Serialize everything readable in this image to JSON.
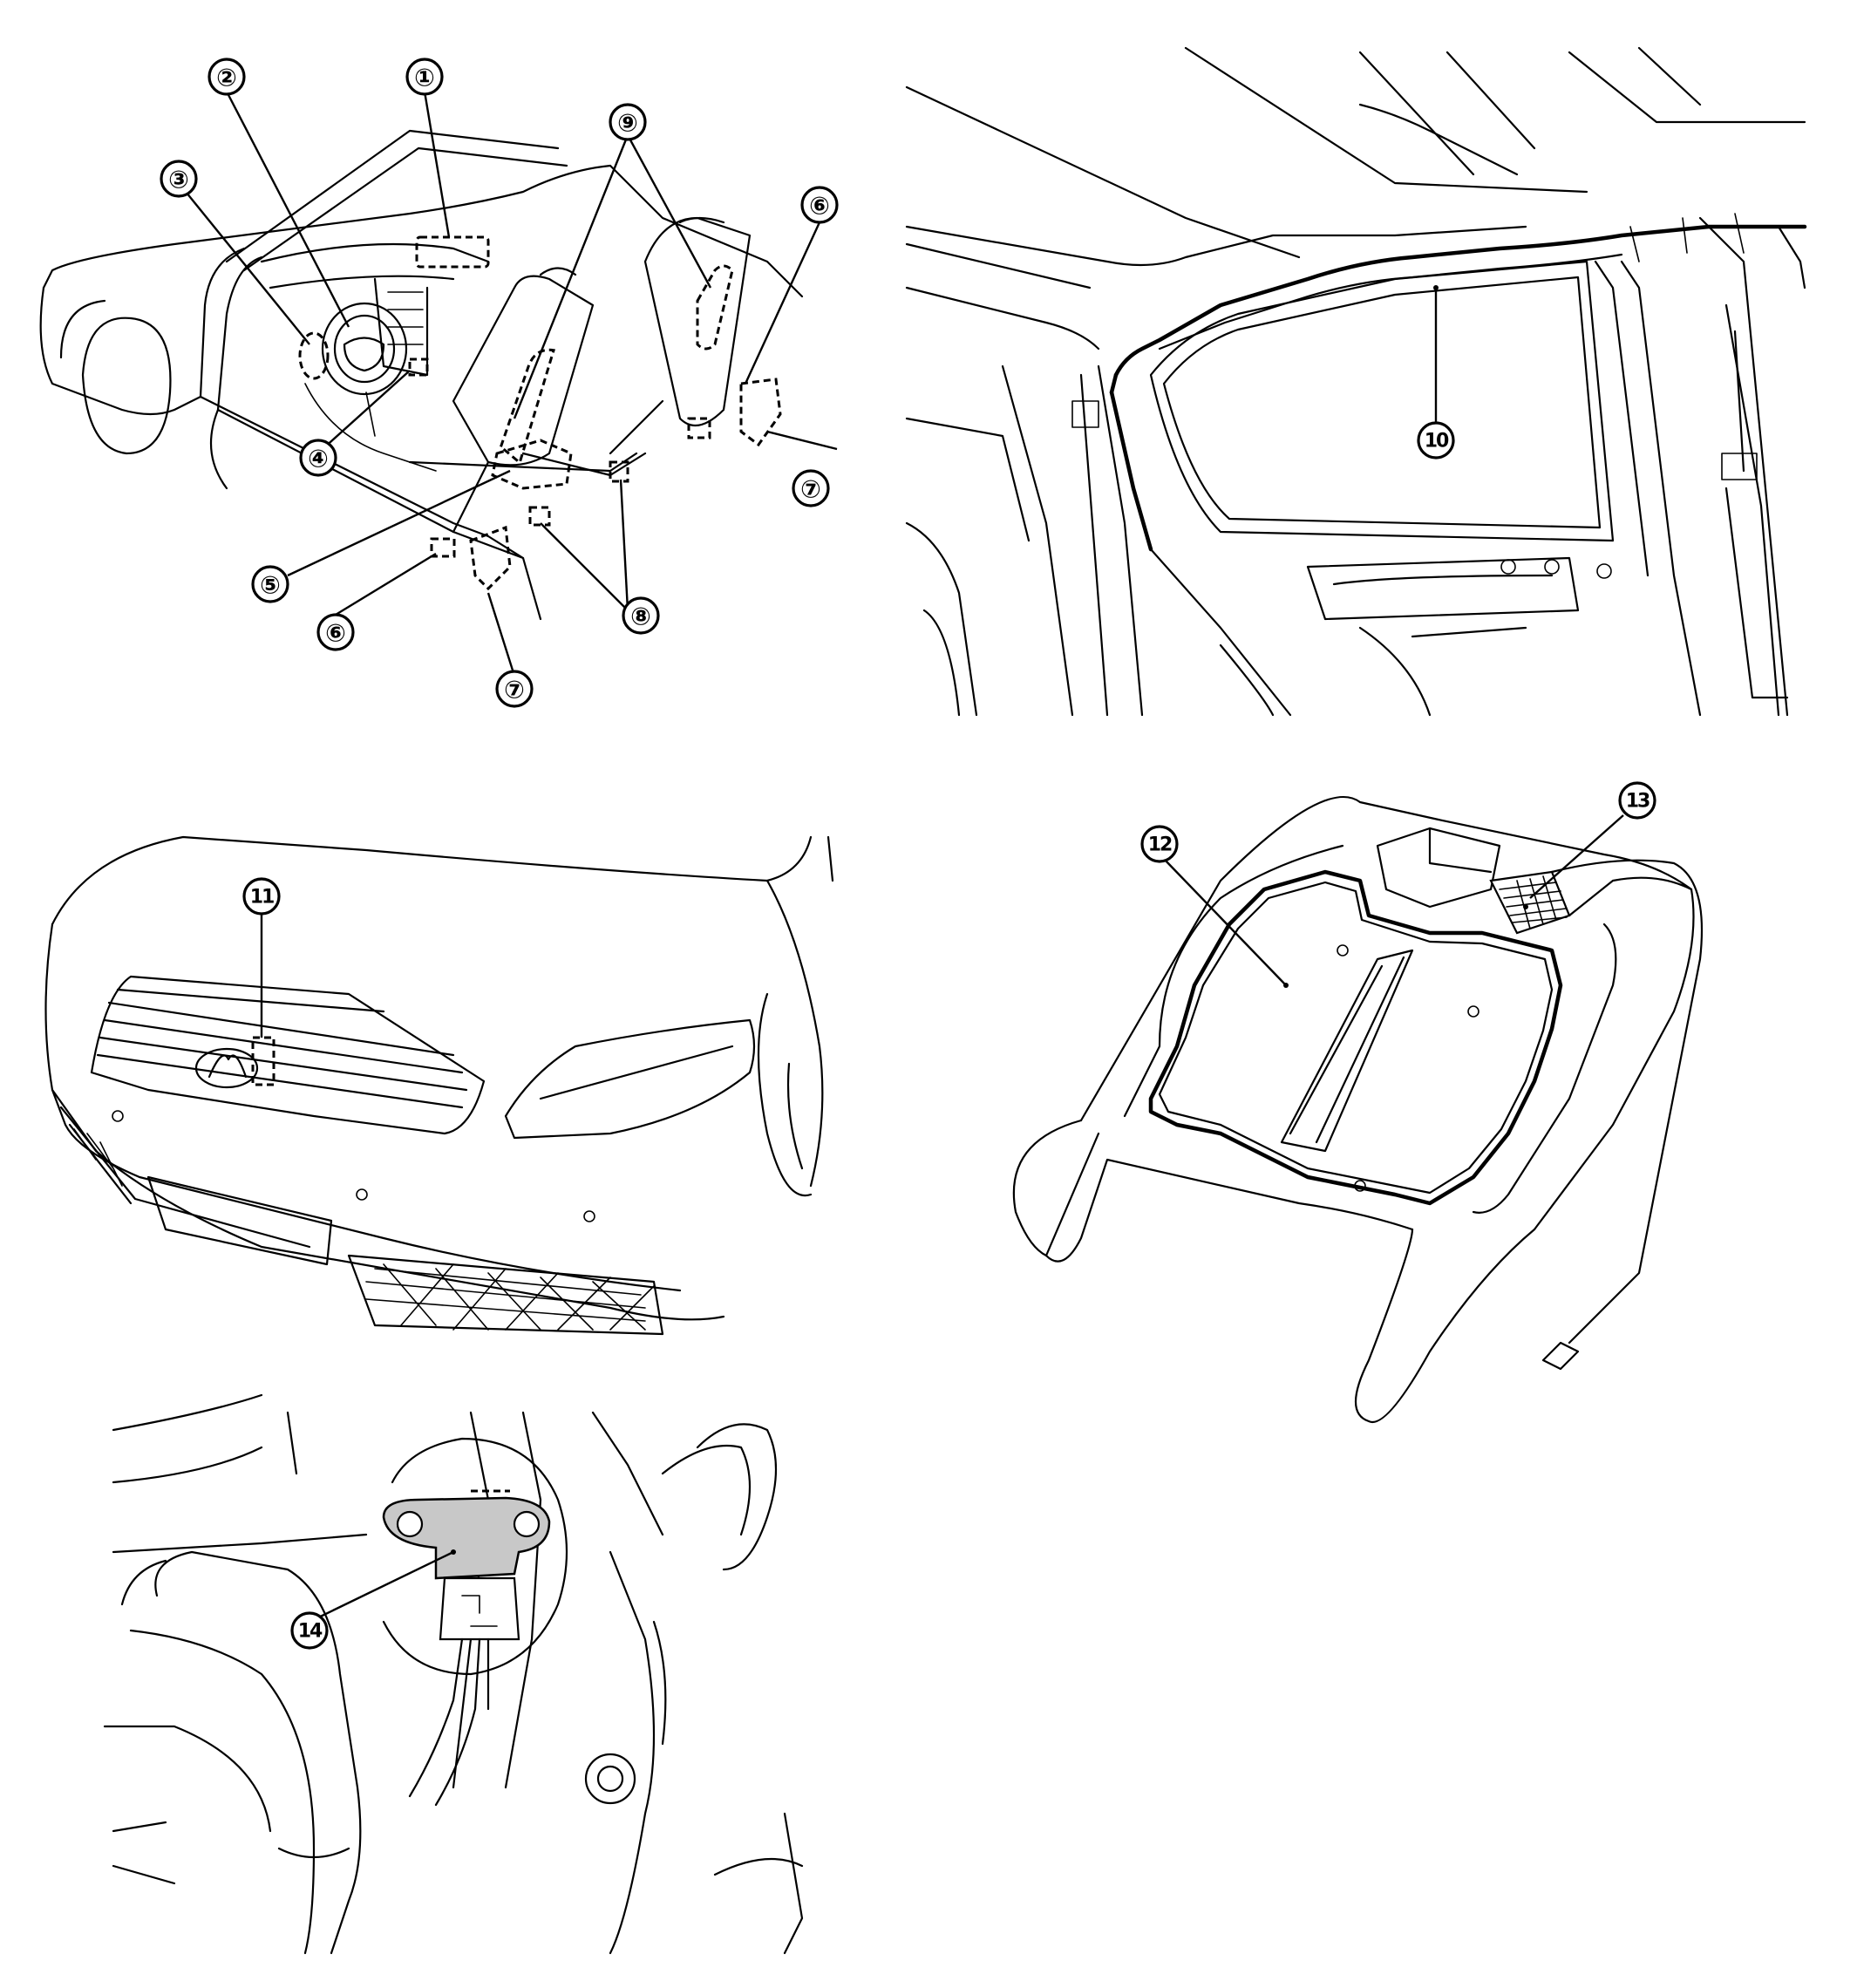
{
  "callouts": [
    {
      "id": "1",
      "label": "①"
    },
    {
      "id": "2",
      "label": "②"
    },
    {
      "id": "3",
      "label": "③"
    },
    {
      "id": "4",
      "label": "④"
    },
    {
      "id": "5",
      "label": "⑤"
    },
    {
      "id": "6a",
      "label": "⑥"
    },
    {
      "id": "6b",
      "label": "⑥"
    },
    {
      "id": "7a",
      "label": "⑦"
    },
    {
      "id": "7b",
      "label": "⑦"
    },
    {
      "id": "8",
      "label": "⑧"
    },
    {
      "id": "9",
      "label": "⑨"
    },
    {
      "id": "10",
      "label": "10"
    },
    {
      "id": "11",
      "label": "11"
    },
    {
      "id": "12",
      "label": "12"
    },
    {
      "id": "13",
      "label": "13"
    },
    {
      "id": "14",
      "label": "14"
    }
  ]
}
